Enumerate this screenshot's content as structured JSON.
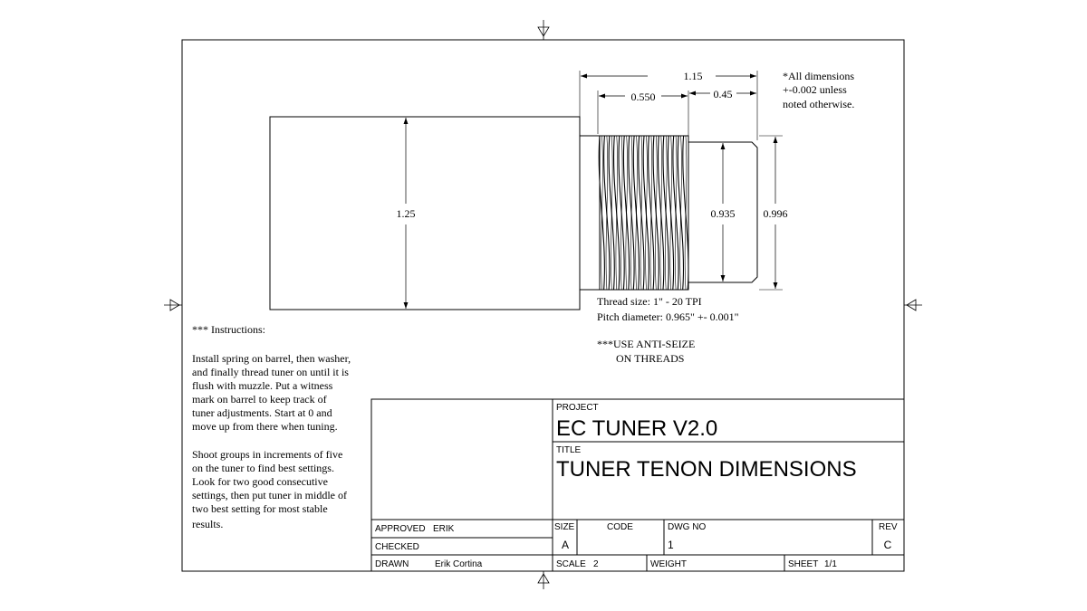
{
  "dimensions": {
    "overall_length": "1.15",
    "thread_length": "0.550",
    "pilot_length": "0.45",
    "barrel_diameter": "1.25",
    "pilot_diameter": "0.935",
    "thread_diameter": "0.996"
  },
  "notes": {
    "tolerance": [
      "*All dimensions",
      "+-0.002 unless",
      "noted otherwise."
    ],
    "thread": [
      "Thread size:  1\" - 20 TPI",
      "Pitch diameter:  0.965\" +- 0.001\""
    ],
    "antiseize": [
      "***USE ANTI-SEIZE",
      "ON THREADS"
    ]
  },
  "instructions": {
    "heading": "*** Instructions:",
    "paragraph1": [
      "Install spring on barrel, then washer,",
      "and finally thread tuner on until it is",
      "flush with muzzle.  Put a witness",
      "mark on barrel to keep track of",
      "tuner adjustments.  Start at 0 and",
      "move up from there when tuning."
    ],
    "paragraph2": [
      "Shoot groups in increments of five",
      "on the tuner to find best settings.",
      "Look for two good consecutive",
      "settings, then put tuner in middle of",
      "two best setting for most stable",
      "results."
    ]
  },
  "title_block": {
    "project_label": "PROJECT",
    "project": "EC TUNER V2.0",
    "title_label": "TITLE",
    "title": "TUNER TENON DIMENSIONS",
    "approved_label": "APPROVED",
    "approved": "ERIK",
    "checked_label": "CHECKED",
    "drawn_label": "DRAWN",
    "drawn": "Erik Cortina",
    "size_label": "SIZE",
    "size": "A",
    "code_label": "CODE",
    "dwg_no_label": "DWG NO",
    "dwg_no": "1",
    "rev_label": "REV",
    "rev": "C",
    "scale_label": "SCALE",
    "scale": "2",
    "weight_label": "WEIGHT",
    "sheet_label": "SHEET",
    "sheet": "1/1"
  }
}
